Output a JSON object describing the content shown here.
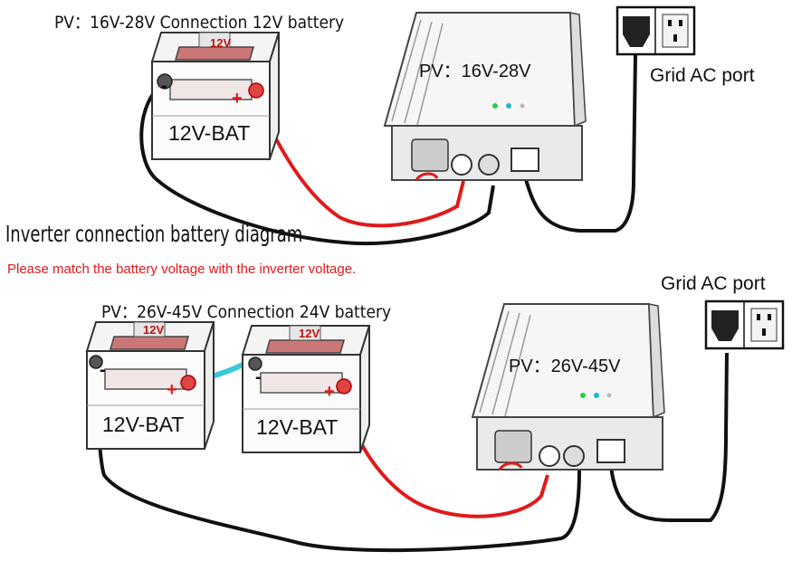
{
  "top": {
    "caption": "PV：16V-28V Connection 12V battery",
    "battery_label": "12V-BAT",
    "battery_top_label": "12V",
    "inverter_label": "PV：16V-28V",
    "grid_label": "Grid AC port",
    "plus": "+",
    "minus": "-"
  },
  "middle": {
    "title": "Inverter connection battery diagram",
    "note": "Please match the battery voltage with the inverter voltage."
  },
  "bottom": {
    "caption": "PV：26V-45V Connection 24V battery",
    "battery1_label": "12V-BAT",
    "battery2_label": "12V-BAT",
    "battery_top_label": "12V",
    "inverter_label": "PV：26V-45V",
    "grid_label": "Grid AC port",
    "plus": "+",
    "minus": "-"
  },
  "colors": {
    "positive_wire": "#e01a1a",
    "negative_wire": "#111111",
    "bridge_wire": "#3cc8d8",
    "led_green": "#2ecc40",
    "led_cyan": "#22b8c8",
    "note_text": "#e0191b"
  },
  "icons": [
    "battery-icon",
    "inverter-icon",
    "wall-socket-icon",
    "power-plug-icon"
  ]
}
